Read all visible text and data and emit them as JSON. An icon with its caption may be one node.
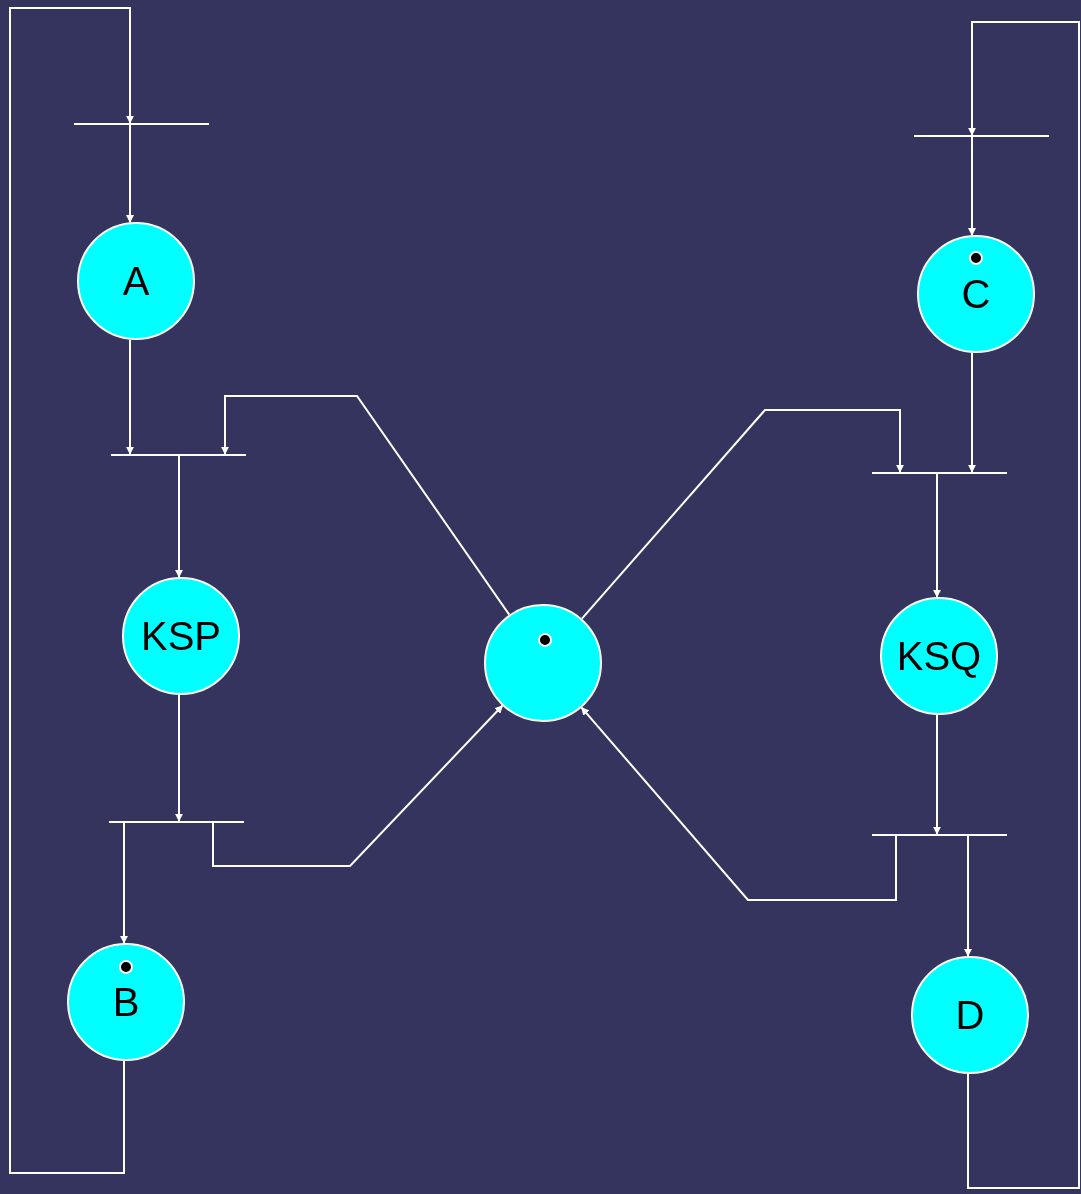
{
  "diagram": {
    "nodes": [
      {
        "text": [],
        "shape": "bar"
      },
      {
        "text": [],
        "shape": "bar"
      },
      {
        "text": [
          "A"
        ]
      },
      {
        "text": [
          "C"
        ]
      },
      {
        "text": [],
        "shape": "bar"
      },
      {
        "text": [],
        "shape": "bar"
      },
      {
        "text": [
          "KSP"
        ]
      },
      {
        "text": [],
        "shape": "circle"
      },
      {
        "text": [
          "KSQ"
        ]
      },
      {
        "text": [],
        "shape": "bar"
      },
      {
        "text": [],
        "shape": "bar"
      },
      {
        "text": [
          "B"
        ]
      },
      {
        "text": [
          "D"
        ]
      }
    ],
    "edges": [
      {
        "from": 0,
        "to": 2,
        "arrow": "to"
      },
      {
        "from": 2,
        "to": 4,
        "arrow": "to"
      },
      {
        "from": 4,
        "to": 6,
        "arrow": "to"
      },
      {
        "from": 6,
        "to": 9,
        "arrow": "to"
      },
      {
        "from": 9,
        "to": 11,
        "arrow": "to"
      },
      {
        "from": 11,
        "to": 0,
        "arrow": "to"
      },
      {
        "from": 7,
        "to": 4,
        "arrow": "to"
      },
      {
        "from": 9,
        "to": 7,
        "arrow": "to"
      },
      {
        "from": 1,
        "to": 3,
        "arrow": "to"
      },
      {
        "from": 3,
        "to": 5,
        "arrow": "to"
      },
      {
        "from": 7,
        "to": 5,
        "arrow": "to"
      },
      {
        "from": 5,
        "to": 8,
        "arrow": "to"
      },
      {
        "from": 8,
        "to": 10,
        "arrow": "to"
      },
      {
        "from": 10,
        "to": 12,
        "arrow": "to"
      },
      {
        "from": 10,
        "to": 7,
        "arrow": "to"
      },
      {
        "from": 12,
        "to": 1,
        "arrow": "to"
      }
    ]
  }
}
